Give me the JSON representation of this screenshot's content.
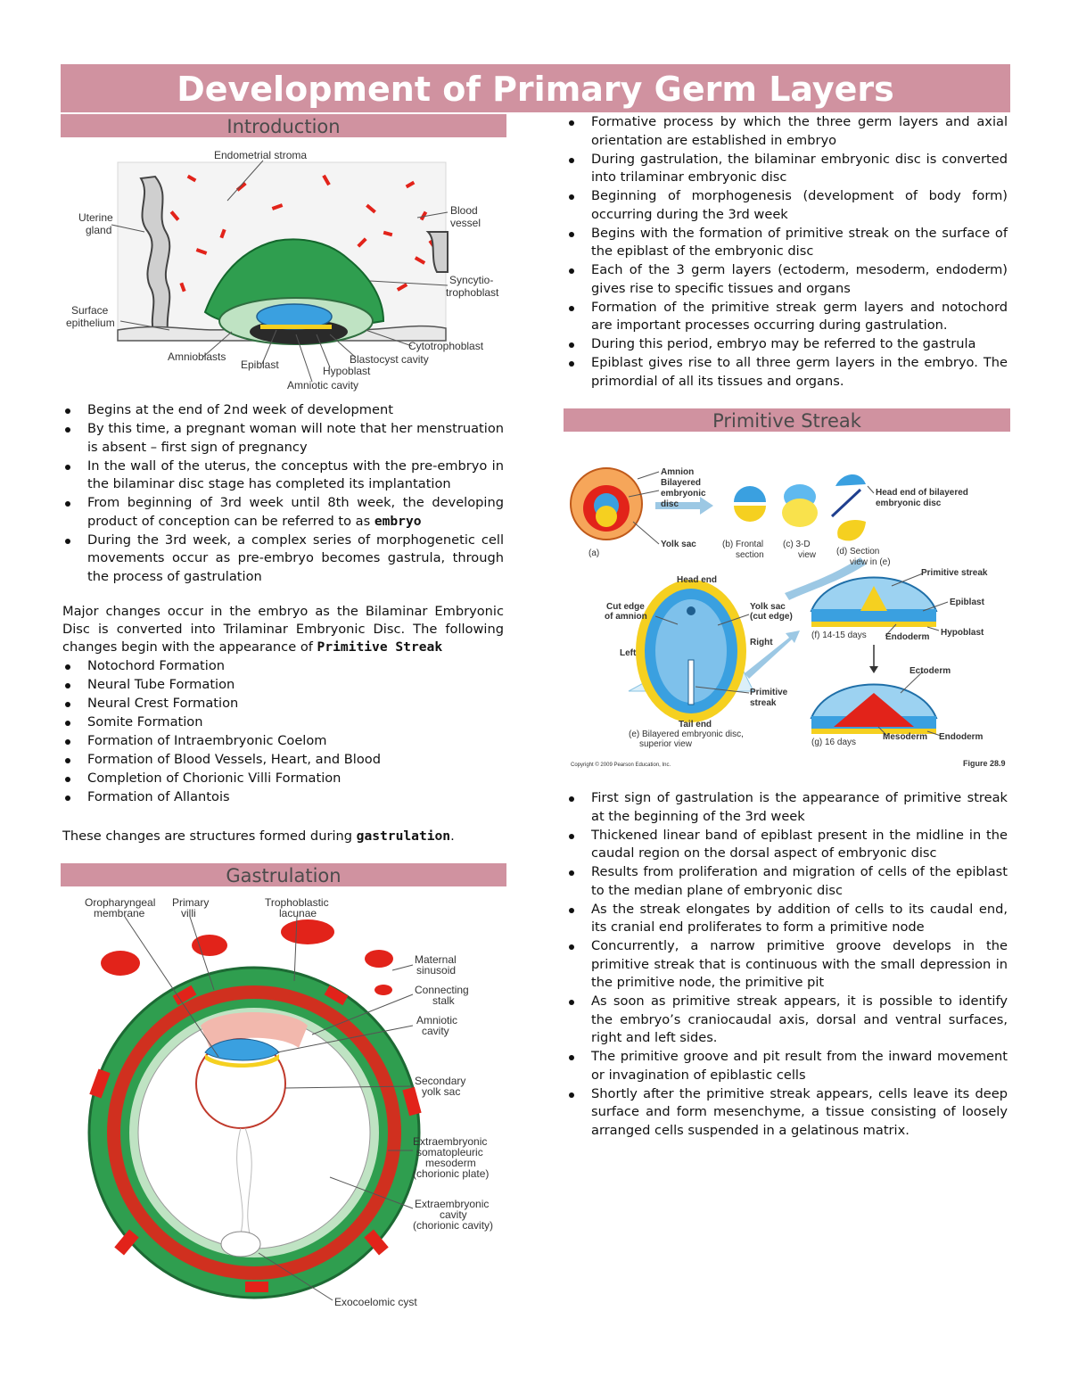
{
  "title": "Development of Primary Germ Layers",
  "sections": {
    "introduction": "Introduction",
    "gastrulation": "Gastrulation",
    "primitive_streak": "Primitive Streak"
  },
  "figure1": {
    "labels": {
      "endometrial_stroma": "Endometrial stroma",
      "uterine": "Uterine",
      "gland": "gland",
      "blood": "Blood",
      "vessel": "vessel",
      "syncytio": "Syncytio-",
      "trophoblast": "trophoblast",
      "surface": "Surface",
      "epithelium": "epithelium",
      "cytotrophoblast": "Cytotrophoblast",
      "amnioblasts": "Amnioblasts",
      "epiblast": "Epiblast",
      "blastocyst_cavity": "Blastocyst cavity",
      "hypoblast": "Hypoblast",
      "amniotic_cavity": "Amniotic cavity"
    }
  },
  "intro_bullets": [
    "Begins at the end of 2nd week of development",
    "By this time, a pregnant woman will note that her menstruation is absent – first sign of pregnancy",
    "In the wall of the uterus, the conceptus with the pre-embryo in the bilaminar disc stage has completed its implantation",
    "From beginning of 3rd week until 8th week, the developing product of conception can be referred to as",
    "During the 3rd week, a complex series of morphogenetic cell movements occur as pre-embryo becomes gastrula, through the process of gastrulation"
  ],
  "intro_bullet4_bold": "embryo",
  "major_changes": {
    "text": "Major changes occur in the embryo as the Bilaminar Embryonic Disc is converted into Trilaminar Embryonic Disc. The following changes begin with the appearance of",
    "bold": "Primitive Streak"
  },
  "changes_list": [
    "Notochord Formation",
    "Neural Tube Formation",
    "Neural Crest Formation",
    "Somite Formation",
    "Formation of Intraembryonic Coelom",
    "Formation of Blood Vessels, Heart, and Blood",
    "Completion of Chorionic Villi Formation",
    "Formation of Allantois"
  ],
  "changes_note": {
    "text": "These changes are structures formed during",
    "bold": "gastrulation",
    "end": "."
  },
  "figure2": {
    "labels": {
      "oropharyngeal": "Oropharyngeal",
      "membrane": "membrane",
      "primary": "Primary",
      "villi": "villi",
      "trophoblastic": "Trophoblastic",
      "lacunae": "lacunae",
      "maternal": "Maternal",
      "sinusoid": "sinusoid",
      "connecting": "Connecting",
      "stalk": "stalk",
      "amniotic": "Amniotic",
      "cavity": "cavity",
      "secondary": "Secondary",
      "yolk_sac": "yolk sac",
      "extraembryonic": "Extraembryonic",
      "somatopleuric": "somatopleuric",
      "mesoderm": "mesoderm",
      "chorionic_plate": "(chorionic plate)",
      "extraembryonic2": "Extraembryonic",
      "cavity2": "cavity",
      "chorionic_cavity": "(chorionic cavity)",
      "exocoelomic_cyst": "Exocoelomic cyst"
    }
  },
  "gastrulation_bullets": [
    "Formative process by which the three germ layers and axial orientation are established in embryo",
    "During gastrulation, the bilaminar embryonic disc is converted into trilaminar embryonic disc",
    "Beginning of morphogenesis (development of body form) occurring during the 3rd week",
    "Begins with the formation of primitive streak on the surface of the epiblast of the embryonic disc",
    "Each of the 3 germ layers (ectoderm, mesoderm, endoderm) gives rise to specific tissues and organs",
    "Formation of the primitive streak germ layers and notochord are important processes occurring during gastrulation.",
    "During this period, embryo may be referred to the gastrula",
    "Epiblast gives rise to all three germ layers in the embryo. The primordial of all its tissues and organs."
  ],
  "figure3": {
    "labels": {
      "amnion": "Amnion",
      "bilayered": "Bilayered",
      "embryonic": "embryonic",
      "disc": "disc",
      "yolk_sac": "Yolk sac",
      "a": "(a)",
      "b1": "(b) Frontal",
      "b2": "section",
      "c1": "(c) 3-D",
      "c2": "view",
      "d1": "(d) Section",
      "d2": "view in (e)",
      "head_end_bilayered": "Head end of bilayered",
      "embryonic_disc": "embryonic disc",
      "head_end": "Head end",
      "cut_edge": "Cut edge",
      "of_amnion": "of amnion",
      "yolk_sac2": "Yolk sac",
      "cut_edge2": "(cut edge)",
      "right": "Right",
      "left": "Left",
      "primitive": "Primitive",
      "streak": "streak",
      "tail_end": "Tail end",
      "e1": "(e) Bilayered embryonic disc,",
      "e2": "superior view",
      "primitive_streak": "Primitive streak",
      "epiblast": "Epiblast",
      "f": "(f) 14-15 days",
      "endoderm": "Endoderm",
      "hypoblast": "Hypoblast",
      "ectoderm": "Ectoderm",
      "g": "(g) 16 days",
      "mesoderm": "Mesoderm",
      "endoderm2": "Endoderm",
      "copyright": "Copyright © 2009 Pearson Education, Inc.",
      "figure": "Figure 28.9"
    }
  },
  "streak_bullets": [
    "First sign of gastrulation is the appearance of primitive streak at the beginning of the 3rd week",
    "Thickened linear band of epiblast present in the midline in the caudal region on the dorsal aspect of embryonic disc",
    "Results from proliferation and migration of cells of the epiblast to the median plane of embryonic disc",
    "As the streak elongates by addition of cells to its caudal end, its cranial end proliferates to form a primitive node",
    "Concurrently, a narrow primitive groove develops in the primitive streak that is continuous with the small depression in the primitive node, the primitive pit",
    "As soon as primitive streak appears, it is possible to identify the embryo’s craniocaudal axis, dorsal and ventral surfaces, right and left sides.",
    "The primitive groove and pit result from the inward movement or invagination of epiblastic cells",
    "Shortly after the primitive streak appears, cells leave its deep surface and form mesenchyme, a tissue consisting of loosely arranged cells suspended in a gelatinous matrix."
  ],
  "colors": {
    "header_bg": "#d092a0",
    "header_text": "#4b4b4b",
    "trophoblast_green": "#2f9e4f",
    "blood_red": "#e2231a",
    "epiblast_blue": "#3aa0e0",
    "yolk_yellow": "#f5d020"
  }
}
